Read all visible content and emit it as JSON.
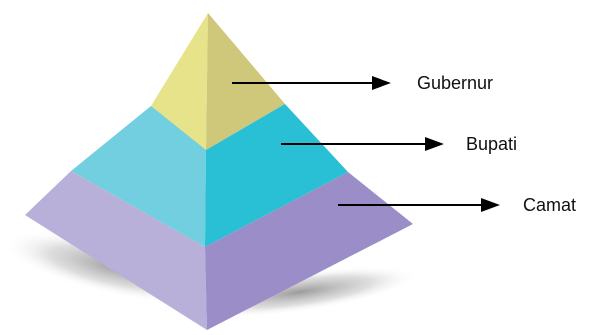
{
  "diagram": {
    "levels": [
      {
        "label": "Gubernur",
        "left_color": "#e7e38a",
        "right_color": "#cfc77a"
      },
      {
        "label": "Bupati",
        "left_color": "#72cfe0",
        "right_color": "#29bfd4"
      },
      {
        "label": "Camat",
        "left_color": "#b8b0d8",
        "right_color": "#9b8ec8"
      }
    ],
    "arrow_color": "#000000"
  }
}
